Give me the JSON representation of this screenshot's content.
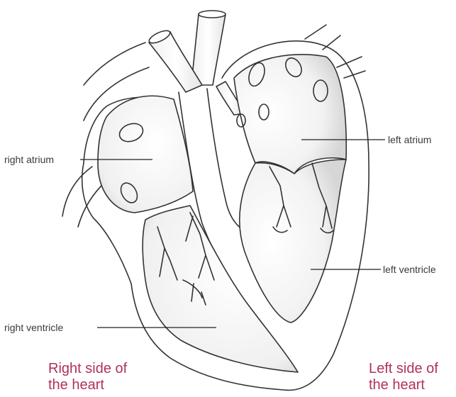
{
  "labels": {
    "right_atrium": "right atrium",
    "left_atrium": "left atrium",
    "left_ventricle": "left ventricle",
    "right_ventricle": "right ventricle"
  },
  "sides": {
    "right": "Right side of\nthe heart",
    "left": "Left side of\nthe heart"
  },
  "colors": {
    "outline": "#333333",
    "label_text": "#3a3a3a",
    "side_text": "#b03060",
    "shade": "#d8d8d8"
  }
}
